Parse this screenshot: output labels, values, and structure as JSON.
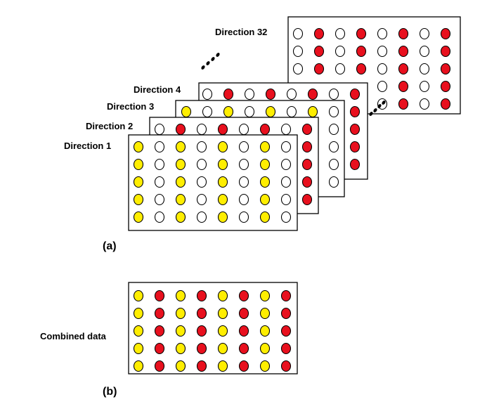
{
  "labels": {
    "direction_32": "Direction 32",
    "direction_4": "Direction 4",
    "direction_3": "Direction 3",
    "direction_2": "Direction 2",
    "direction_1": "Direction 1",
    "part_a": "(a)",
    "combined": "Combined data",
    "part_b": "(b)"
  },
  "colors": {
    "yellow": "#ffee00",
    "red": "#e8101e",
    "white": "#ffffff",
    "outline": "#000000"
  },
  "grid": {
    "rows": 5,
    "cols": 8
  },
  "panels": [
    {
      "name": "direction-32",
      "pattern": "red-odd-cols",
      "visible_rows": [
        0,
        1,
        2,
        3,
        4
      ],
      "visible_cols": [
        0,
        1,
        2,
        3,
        4,
        5,
        6,
        7
      ],
      "partial_left_rows": [
        3,
        4
      ],
      "partial_left_start_col": 4
    },
    {
      "name": "direction-4",
      "pattern": "red-odd-cols"
    },
    {
      "name": "direction-3",
      "pattern": "yellow-even-cols"
    },
    {
      "name": "direction-2",
      "pattern": "red-odd-cols"
    },
    {
      "name": "direction-1",
      "pattern": "yellow-even-cols"
    },
    {
      "name": "combined",
      "pattern": "yellow-even-red-odd"
    }
  ]
}
